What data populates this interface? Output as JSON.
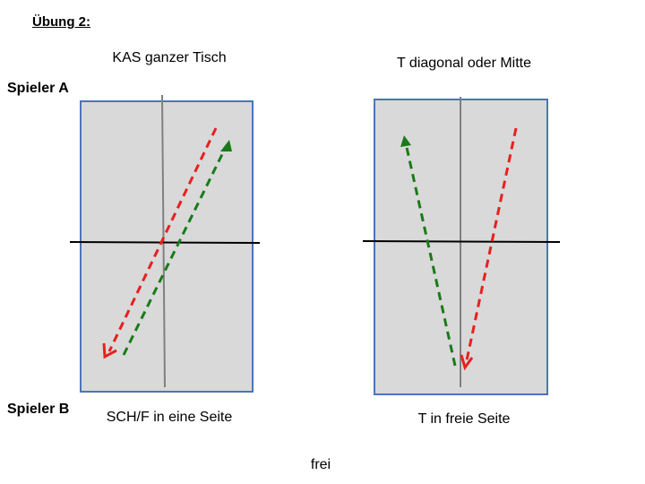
{
  "title": "Übung 2:",
  "players": {
    "a": "Spieler A",
    "b": "Spieler B"
  },
  "left_table": {
    "top_caption": "KAS ganzer Tisch",
    "bottom_caption": "SCH/F in eine Seite"
  },
  "right_table": {
    "top_caption": "T diagonal oder Mitte",
    "bottom_caption": "T in freie Seite"
  },
  "footer": "frei",
  "colors": {
    "table_fill": "#d9d9d9",
    "table_border": "#4a76b8",
    "net": "#000000",
    "center_line": "#808080",
    "red_arrow": "#e8201e",
    "green_arrow": "#1a7a1a"
  }
}
